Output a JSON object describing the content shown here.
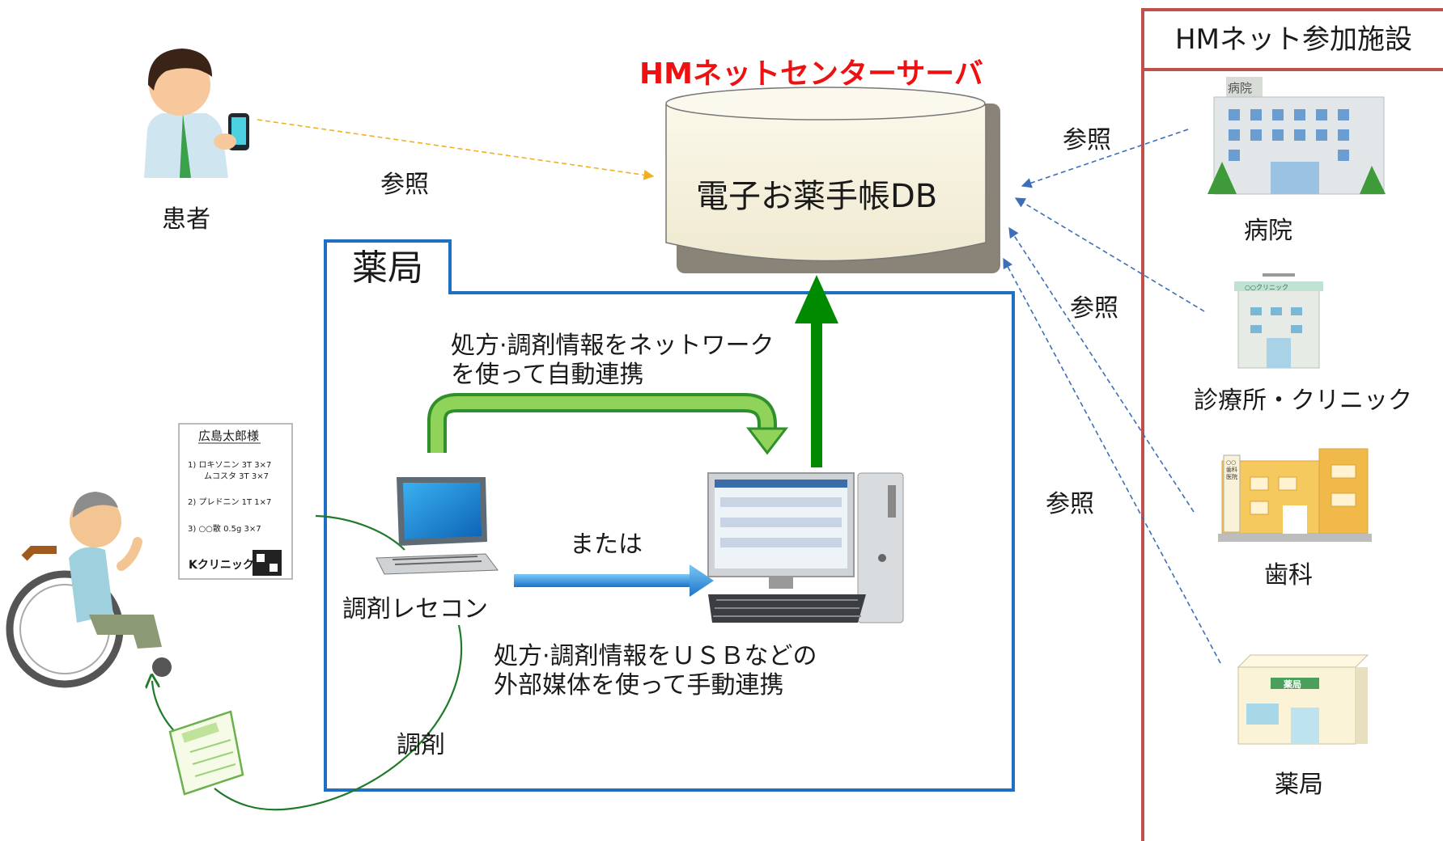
{
  "server_title": "HMネットセンターサーバ",
  "db_label": "電子お薬手帳DB",
  "patient": {
    "label": "患者",
    "ref_label": "参照"
  },
  "pharmacy": {
    "title": "薬局",
    "auto_link_text_line1": "処方·調剤情報をネットワーク",
    "auto_link_text_line2": "を使って自動連携",
    "or_label": "または",
    "rececon_label": "調剤レセコン",
    "manual_link_text_line1": "処方·調剤情報をＵＳＢなどの",
    "manual_link_text_line2": "外部媒体を使って手動連携",
    "dispense_label": "調剤"
  },
  "prescription": {
    "patient_name": "広島太郎様",
    "line1a": "1) ロキソニン 3T 3×7",
    "line1b": "ムコスタ 3T 3×7",
    "line2": "2) プレドニン 1T 1×7",
    "line3": "3) ○○散 0.5g 3×7",
    "clinic": "Kクリニック"
  },
  "participants": {
    "title": "HMネット参加施設",
    "ref_labels": [
      "参照",
      "参照",
      "参照"
    ],
    "facilities": [
      {
        "label": "病院",
        "sign": "病院"
      },
      {
        "label": "診療所・クリニック",
        "sign": "○○クリニック"
      },
      {
        "label": "歯科",
        "sign": "○○歯科医院"
      },
      {
        "label": "薬局",
        "sign": "薬局"
      }
    ]
  },
  "colors": {
    "accent_red": "#ee1111",
    "pharmacy_blue": "#1f6fc5",
    "facility_border": "#c0504d",
    "up_arrow": "#008a00",
    "ref_arrow_blue": "#3c6fb8",
    "ref_arrow_yellow": "#f0b020"
  }
}
